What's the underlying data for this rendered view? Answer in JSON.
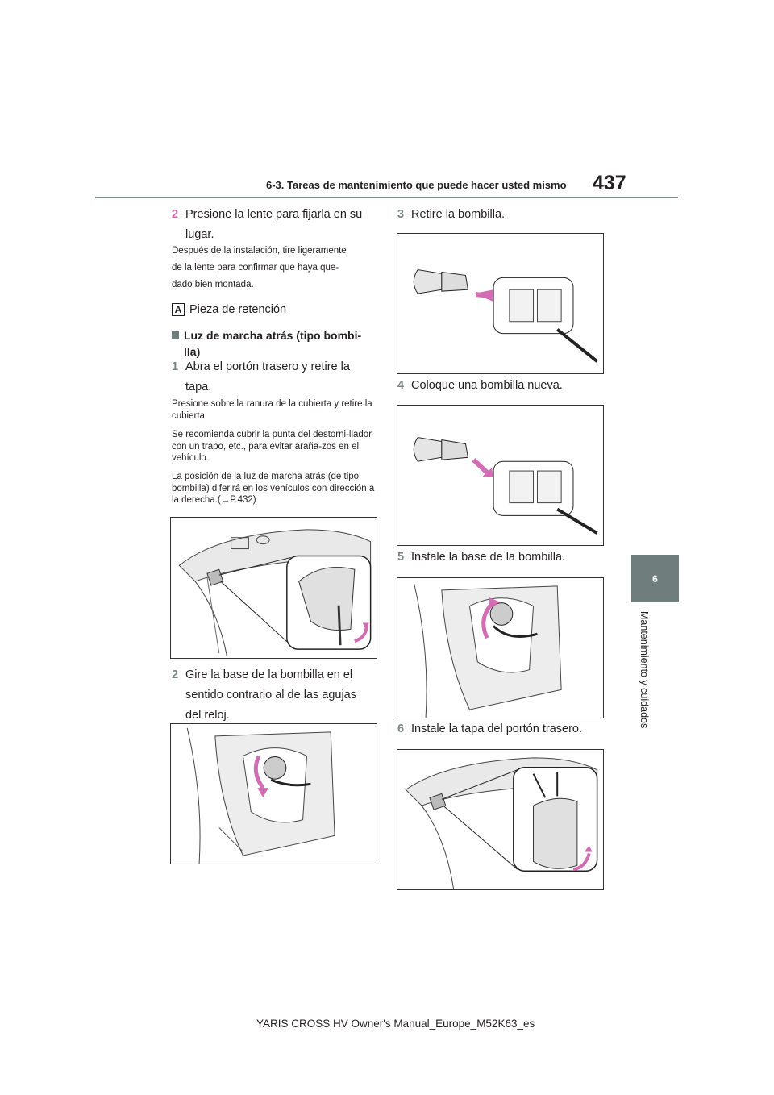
{
  "header": {
    "section_title": "6-3. Tareas de mantenimiento que puede hacer usted mismo",
    "page_number": "437"
  },
  "side": {
    "chapter_number": "6",
    "chapter_label": "Mantenimiento y cuidados"
  },
  "left": {
    "step2_num": "2",
    "step2_text": "Presione la lente para fijarla en su",
    "step2_cont": "lugar.",
    "note_install": [
      "Después de la instalación, tire ligeramente",
      "de la lente para confirmar que haya que-",
      "dado bien montada."
    ],
    "label_a_letter": "A",
    "label_a_text": "Pieza de retención",
    "section_title_line1": "Luz de marcha atrás (tipo bombi-",
    "section_title_line2": "lla)",
    "step1_num": "1",
    "step1_text": "Abra el portón trasero y retire la",
    "step1_cont": "tapa.",
    "note1": "Presione sobre la ranura de la cubierta y retire la cubierta.",
    "note2": "Se recomienda cubrir la punta del destorni-llador con un trapo, etc., para evitar araña-zos en el vehículo.",
    "note3": "La posición de la luz de marcha atrás (de tipo bombilla) diferirá en los vehículos con dirección a la derecha.(→P.432)",
    "stepB2_num": "2",
    "stepB2_lines": [
      "Gire la base de la bombilla en el",
      "sentido contrario al de las agujas",
      "del reloj."
    ]
  },
  "right": {
    "step3_num": "3",
    "step3_text": "Retire la bombilla.",
    "step4_num": "4",
    "step4_text": "Coloque una bombilla nueva.",
    "step5_num": "5",
    "step5_text": "Instale la base de la bombilla.",
    "step6_num": "6",
    "step6_text": "Instale la tapa del portón trasero."
  },
  "footer": {
    "text": "YARIS CROSS HV Owner's Manual_Europe_M52K63_es"
  }
}
